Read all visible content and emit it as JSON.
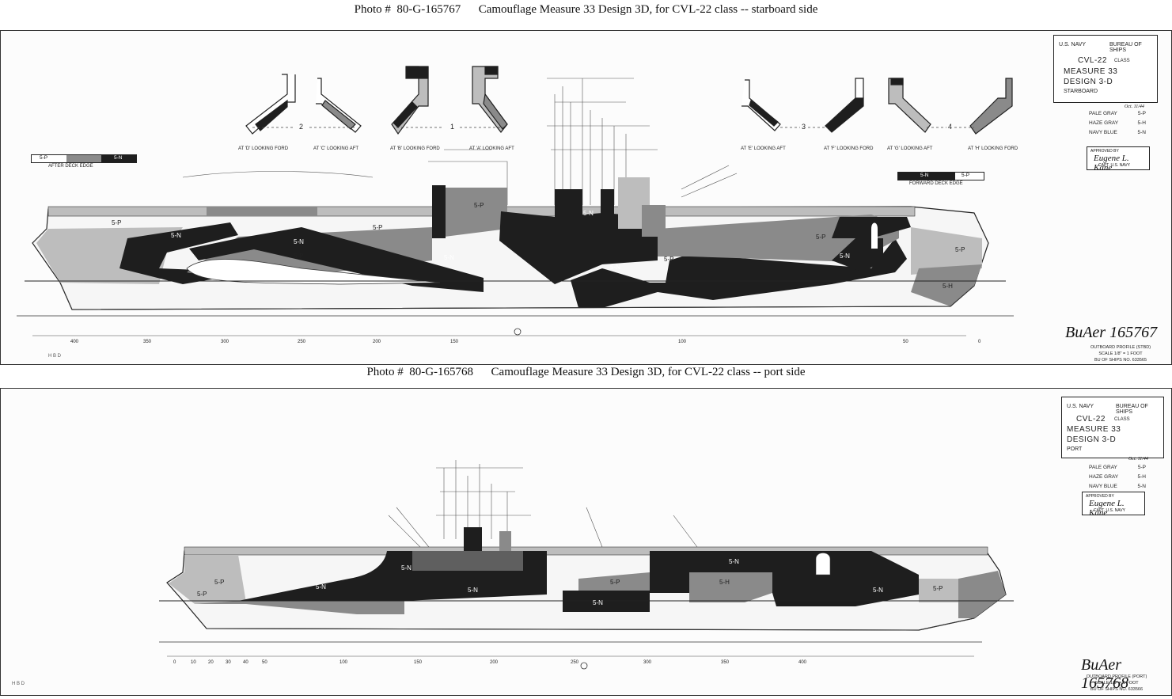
{
  "captions": {
    "top": "Photo #  80-G-165767      Camouflage Measure 33 Design 3D, for CVL-22 class -- starboard side",
    "bottom": "Photo #  80-G-165768      Camouflage Measure 33 Design 3D, for CVL-22 class -- port side"
  },
  "colors": {
    "pale_gray": "#bdbdbd",
    "haze_gray": "#8a8a8a",
    "navy_blue": "#1e1e1e"
  },
  "starboard": {
    "title_block": {
      "navy": "U.S. NAVY",
      "bureau": "BUREAU OF SHIPS",
      "class_line": "CVL-22",
      "class_word": "CLASS",
      "measure": "MEASURE  33",
      "design": "DESIGN    3-D",
      "side": "STARBOARD"
    },
    "date": "Oct. 11/44",
    "legend": [
      {
        "name": "PALE GRAY",
        "code": "5-P"
      },
      {
        "name": "HAZE GRAY",
        "code": "5-H"
      },
      {
        "name": "NAVY BLUE",
        "code": "5-N"
      }
    ],
    "approved": {
      "label": "APPROVED BY",
      "signature": "Eugene L. Kane",
      "title": "CAPT. U.S. NAVY"
    },
    "bu_number": "BuAer 165767",
    "profile": {
      "line1": "OUTBOARD PROFILE (STBD)",
      "line2": "SCALE 1/8\" = 1 FOOT",
      "line3": "BU OF SHIPS NO. 633565"
    },
    "hbd": "H B D",
    "after_edge": {
      "label": "AFTER DECK EDGE",
      "left": "5-P",
      "right": "5-N"
    },
    "forward_edge": {
      "label": "FORWARD DECK EDGE",
      "left": "5-N",
      "right": "5-P"
    },
    "sections": [
      {
        "caption": "AT 'D' LOOKING FORD"
      },
      {
        "caption": "AT 'C' LOOKING AFT"
      },
      {
        "caption": "AT 'B' LOOKING FORD"
      },
      {
        "caption": "AT 'A' LOOKING AFT"
      },
      {
        "caption": "AT 'E' LOOKING AFT"
      },
      {
        "caption": "AT 'F' LOOKING FORD"
      },
      {
        "caption": "AT 'G' LOOKING AFT"
      },
      {
        "caption": "AT 'H' LOOKING FORD"
      }
    ],
    "section_numbers": [
      "2",
      "1",
      "3",
      "4"
    ],
    "hull_labels": [
      "5-P",
      "5-N",
      "5-N",
      "5-P",
      "5-N",
      "5-P",
      "5-N",
      "5-P",
      "5-N",
      "5-P",
      "5-N",
      "5-P",
      "5-H",
      "5-P"
    ],
    "frame_labels": [
      "400",
      "350",
      "300",
      "250",
      "200",
      "150",
      "100",
      "50",
      "0"
    ]
  },
  "port": {
    "title_block": {
      "navy": "U.S. NAVY",
      "bureau": "BUREAU OF SHIPS",
      "class_line": "CVL-22",
      "class_word": "CLASS",
      "measure": "MEASURE  33",
      "design": "DESIGN    3-D",
      "side": "PORT"
    },
    "date": "Oct. 11/44",
    "legend": [
      {
        "name": "PALE GRAY",
        "code": "5-P"
      },
      {
        "name": "HAZE GRAY",
        "code": "5-H"
      },
      {
        "name": "NAVY BLUE",
        "code": "5-N"
      }
    ],
    "approved": {
      "label": "APPROVED BY",
      "signature": "Eugene L. Kane",
      "title": "CAPT. U.S. NAVY"
    },
    "bu_number": "BuAer 165768",
    "profile": {
      "line1": "OUTBOARD PROFILE (PORT)",
      "line2": "SCALE 1/8\" = 1 FOOT",
      "line3": "BU OF SHIPS NO. 633566"
    },
    "hbd": "H B D",
    "hull_labels": [
      "5-P",
      "5-N",
      "5-N",
      "5-N",
      "5-N",
      "5-H",
      "5-P",
      "5-N",
      "5-P",
      "5-N",
      "5-P"
    ],
    "frame_labels": [
      "0",
      "10",
      "20",
      "30",
      "40",
      "50",
      "100",
      "150",
      "200",
      "250",
      "300",
      "350",
      "400"
    ]
  }
}
